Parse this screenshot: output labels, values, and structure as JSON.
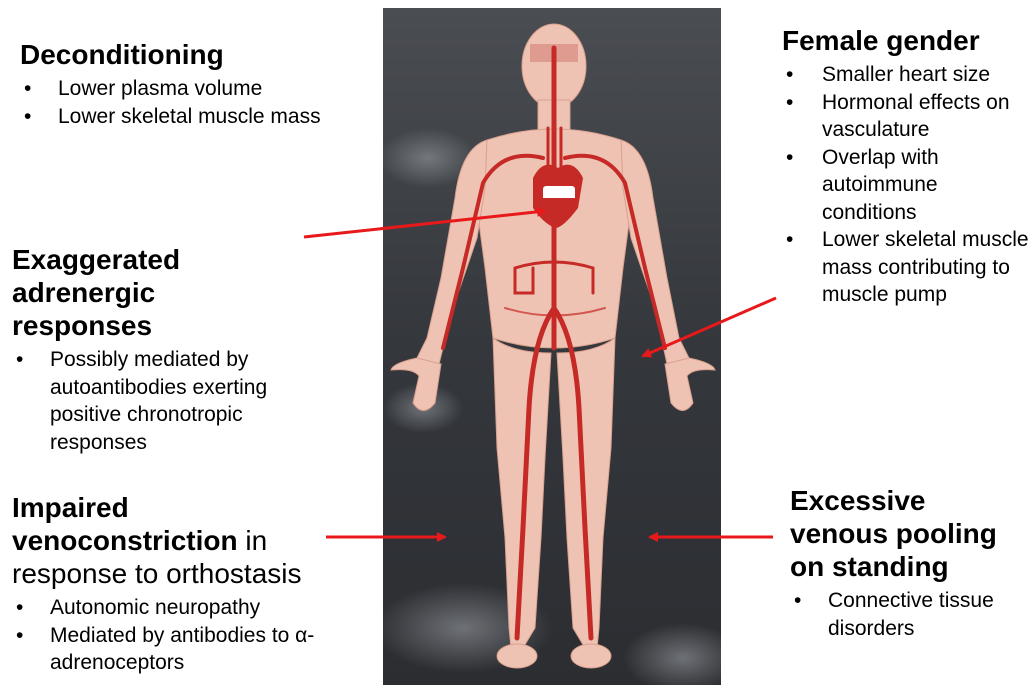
{
  "deconditioning": {
    "title": "Deconditioning",
    "bullets": [
      "Lower plasma volume",
      "Lower skeletal muscle mass"
    ]
  },
  "female_gender": {
    "title": "Female gender",
    "bullets": [
      "Smaller heart  size",
      "Hormonal effects on vasculature",
      "Overlap with autoimmune conditions",
      "Lower skeletal muscle mass contributing to muscle pump"
    ]
  },
  "adrenergic": {
    "title_lines": [
      "Exaggerated",
      "adrenergic",
      "responses"
    ],
    "bullets": [
      "Possibly mediated by autoantibodies exerting positive chronotropic responses"
    ]
  },
  "impaired": {
    "title_bold_1": "Impaired",
    "title_bold_2": "venoconstriction",
    "title_normal_1": " in",
    "title_normal_2": "response to orthostasis",
    "bullets": [
      "Autonomic neuropathy",
      "Mediated by antibodies to α-adrenoceptors"
    ]
  },
  "venous": {
    "title_lines": [
      "Excessive",
      "venous pooling",
      "on standing"
    ],
    "bullets": [
      "Connective tissue disorders"
    ]
  },
  "bullet_char": "•",
  "colors": {
    "arrow": "#e8191b",
    "figure_background": "#3a3d42",
    "skin": "#efc3b3",
    "vessel": "#c62a26"
  }
}
